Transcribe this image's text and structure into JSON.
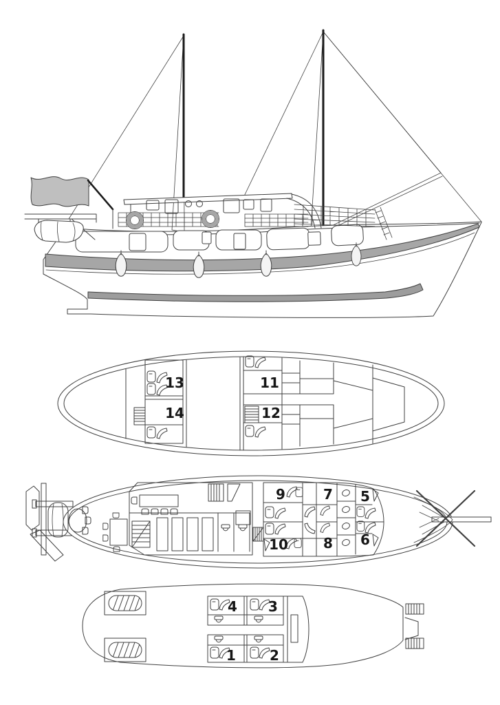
{
  "diagram": {
    "kind": "boat profile and deck plans",
    "views": [
      "side-profile",
      "upper-cabin-deck-plan",
      "main-deck-plan",
      "lower-deck-plan"
    ]
  },
  "cabins": {
    "n1": "1",
    "n2": "2",
    "n3": "3",
    "n4": "4",
    "n5": "5",
    "n6": "6",
    "n7": "7",
    "n8": "8",
    "n9": "9",
    "n10": "10",
    "n11": "11",
    "n12": "12",
    "n13": "13",
    "n14": "14"
  },
  "decks": [
    {
      "id": "upper-cabin-deck",
      "cabin_numbers": [
        "13",
        "14",
        "11",
        "12"
      ]
    },
    {
      "id": "main-deck",
      "cabin_numbers": [
        "9",
        "10",
        "7",
        "8",
        "5",
        "6"
      ]
    },
    {
      "id": "lower-deck",
      "cabin_numbers": [
        "4",
        "3",
        "1",
        "2"
      ]
    }
  ],
  "colors": {
    "line": "#3f3f3f",
    "hull_stripe": "#a6a6a6",
    "boot_stripe": "#9d9d9d",
    "flag": "#bfbfbf",
    "ring": "#a6a6a6",
    "fender": "#f4f4f4",
    "background": "#ffffff",
    "label": "#161616"
  }
}
